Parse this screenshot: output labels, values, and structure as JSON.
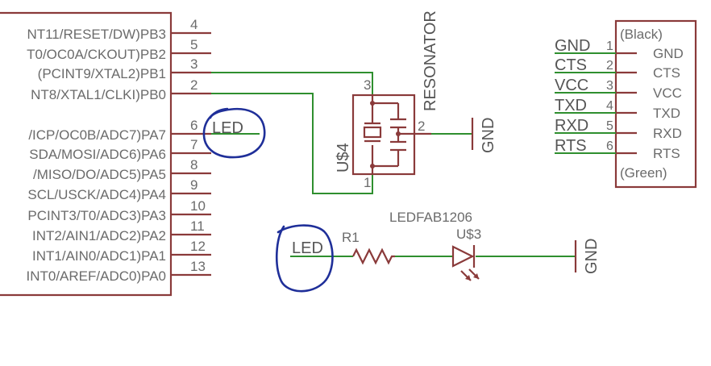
{
  "mcu": {
    "pins": [
      {
        "number": "4",
        "name": "NT11/RESET/DW)PB3"
      },
      {
        "number": "5",
        "name": "T0/OC0A/CKOUT)PB2"
      },
      {
        "number": "3",
        "name": "(PCINT9/XTAL2)PB1"
      },
      {
        "number": "2",
        "name": "NT8/XTAL1/CLKI)PB0"
      },
      {
        "number": "6",
        "name": "/ICP/OC0B/ADC7)PA7"
      },
      {
        "number": "7",
        "name": "SDA/MOSI/ADC6)PA6"
      },
      {
        "number": "8",
        "name": "/MISO/DO/ADC5)PA5"
      },
      {
        "number": "9",
        "name": "SCL/USCK/ADC4)PA4"
      },
      {
        "number": "10",
        "name": "PCINT3/T0/ADC3)PA3"
      },
      {
        "number": "11",
        "name": "INT2/AIN1/ADC2)PA2"
      },
      {
        "number": "12",
        "name": "INT1/AIN0/ADC1)PA1"
      },
      {
        "number": "13",
        "name": "INT0/AREF/ADC0)PA0"
      }
    ],
    "led_net_label": "LED"
  },
  "resonator": {
    "name": "RESONATOR",
    "ref": "U$4",
    "pin_top": "3",
    "pin_right": "2",
    "pin_bottom": "1",
    "gnd_label": "GND"
  },
  "led_circuit": {
    "net_label": "LED",
    "resistor_ref": "R1",
    "led_value": "LEDFAB1206",
    "led_ref": "U$3",
    "gnd_label": "GND"
  },
  "ftdi_header": {
    "top_label": "(Black)",
    "bottom_label": "(Green)",
    "pins": [
      {
        "number": "1",
        "net": "GND",
        "name": "GND"
      },
      {
        "number": "2",
        "net": "CTS",
        "name": "CTS"
      },
      {
        "number": "3",
        "net": "VCC",
        "name": "VCC"
      },
      {
        "number": "4",
        "net": "TXD",
        "name": "TXD"
      },
      {
        "number": "5",
        "net": "RXD",
        "name": "RXD"
      },
      {
        "number": "6",
        "net": "RTS",
        "name": "RTS"
      }
    ]
  },
  "colors": {
    "symbol": "#8a3a3a",
    "wire": "#2f8f2f",
    "text": "#6b6b6b",
    "annotation": "#1f2f99"
  }
}
